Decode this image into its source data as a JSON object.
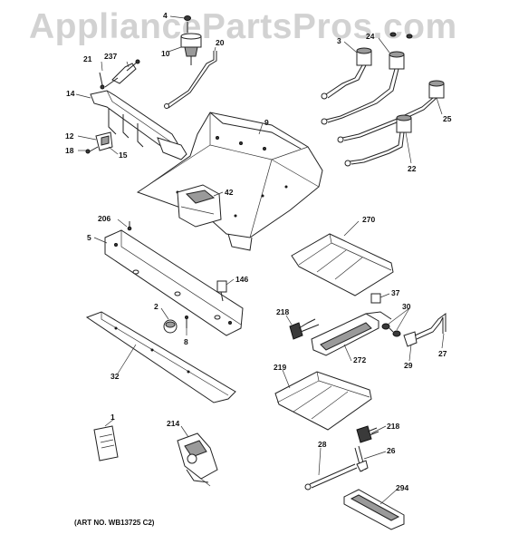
{
  "watermark": "AppliancePartsPros.com",
  "art_number": "(ART NO. WB13725 C2)",
  "callouts": [
    {
      "id": "c4",
      "label": "4"
    },
    {
      "id": "c10",
      "label": "10"
    },
    {
      "id": "c20",
      "label": "20"
    },
    {
      "id": "c21",
      "label": "21"
    },
    {
      "id": "c237",
      "label": "237"
    },
    {
      "id": "c14",
      "label": "14"
    },
    {
      "id": "c12",
      "label": "12"
    },
    {
      "id": "c18",
      "label": "18"
    },
    {
      "id": "c15",
      "label": "15"
    },
    {
      "id": "c9",
      "label": "9"
    },
    {
      "id": "c42",
      "label": "42"
    },
    {
      "id": "c3",
      "label": "3"
    },
    {
      "id": "c24",
      "label": "24"
    },
    {
      "id": "c25",
      "label": "25"
    },
    {
      "id": "c22",
      "label": "22"
    },
    {
      "id": "c206",
      "label": "206"
    },
    {
      "id": "c5",
      "label": "5"
    },
    {
      "id": "c146",
      "label": "146"
    },
    {
      "id": "c2",
      "label": "2"
    },
    {
      "id": "c8",
      "label": "8"
    },
    {
      "id": "c32",
      "label": "32"
    },
    {
      "id": "c1",
      "label": "1"
    },
    {
      "id": "c214",
      "label": "214"
    },
    {
      "id": "c270",
      "label": "270"
    },
    {
      "id": "c37",
      "label": "37"
    },
    {
      "id": "c218a",
      "label": "218"
    },
    {
      "id": "c30",
      "label": "30"
    },
    {
      "id": "c272",
      "label": "272"
    },
    {
      "id": "c27",
      "label": "27"
    },
    {
      "id": "c29",
      "label": "29"
    },
    {
      "id": "c219",
      "label": "219"
    },
    {
      "id": "c218b",
      "label": "218"
    },
    {
      "id": "c28",
      "label": "28"
    },
    {
      "id": "c26",
      "label": "26"
    },
    {
      "id": "c294",
      "label": "294"
    }
  ]
}
